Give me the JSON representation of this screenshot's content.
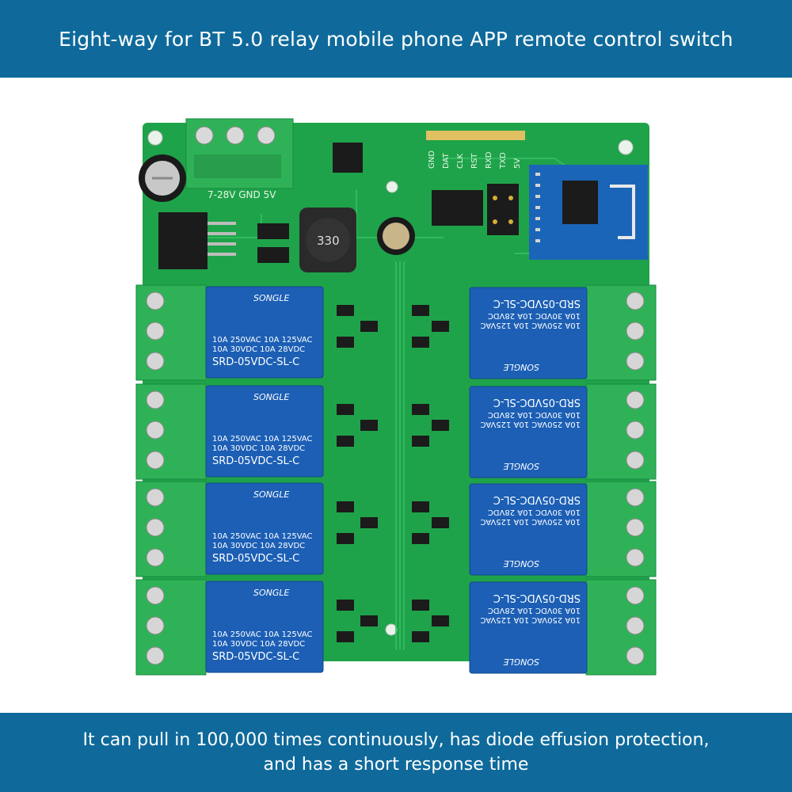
{
  "header": {
    "title": "Eight-way for BT 5.0 relay mobile phone APP remote control switch"
  },
  "footer": {
    "line1": "It can pull in 100,000 times continuously, has diode effusion protection,",
    "line2": "and has a short response time"
  },
  "board": {
    "power_label": "7-28V  GND  5V",
    "inductor_label": "330",
    "header_pins": [
      "GND",
      "DAT",
      "CLK",
      "RST",
      "RXD",
      "TXD",
      "5V"
    ],
    "relay": {
      "brand": "SONGLE",
      "rating_line1": "10A 250VAC  10A 125VAC",
      "rating_line2": "10A  30VDC  10A  28VDC",
      "model": "SRD-05VDC-SL-C"
    },
    "relay_count": 8
  }
}
